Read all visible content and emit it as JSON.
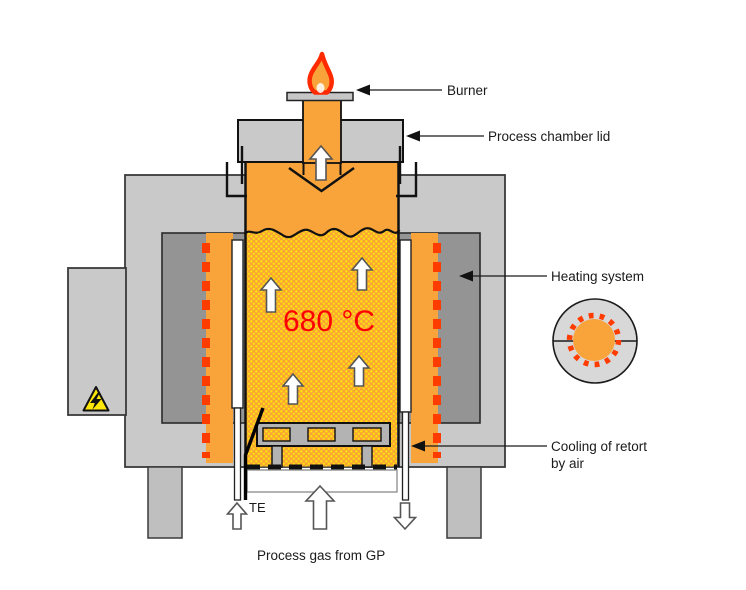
{
  "diagram": {
    "labels": {
      "burner": "Burner",
      "process_chamber_lid": "Process chamber lid",
      "heating_system": "Heating system",
      "cooling_line1": "Cooling of retort",
      "cooling_line2": "by air",
      "thermocouple": "TE",
      "process_gas": "Process gas from GP",
      "temperature": "680 °C"
    },
    "colors": {
      "furnace_body_gray": "#c9c9c9",
      "heating_block_gray": "#949494",
      "leg_gray": "#bfbfbf",
      "distributor_gray": "#b3b3b3",
      "retort_orange": "#f9a43b",
      "heater_element_red": "#ff3c00",
      "material_dot_yellow": "#ffe80a",
      "temperature_text_red": "#ff0000",
      "flame_red": "#ff2a00",
      "warning_yellow": "#ffe70a",
      "outline_black": "#111111"
    }
  }
}
